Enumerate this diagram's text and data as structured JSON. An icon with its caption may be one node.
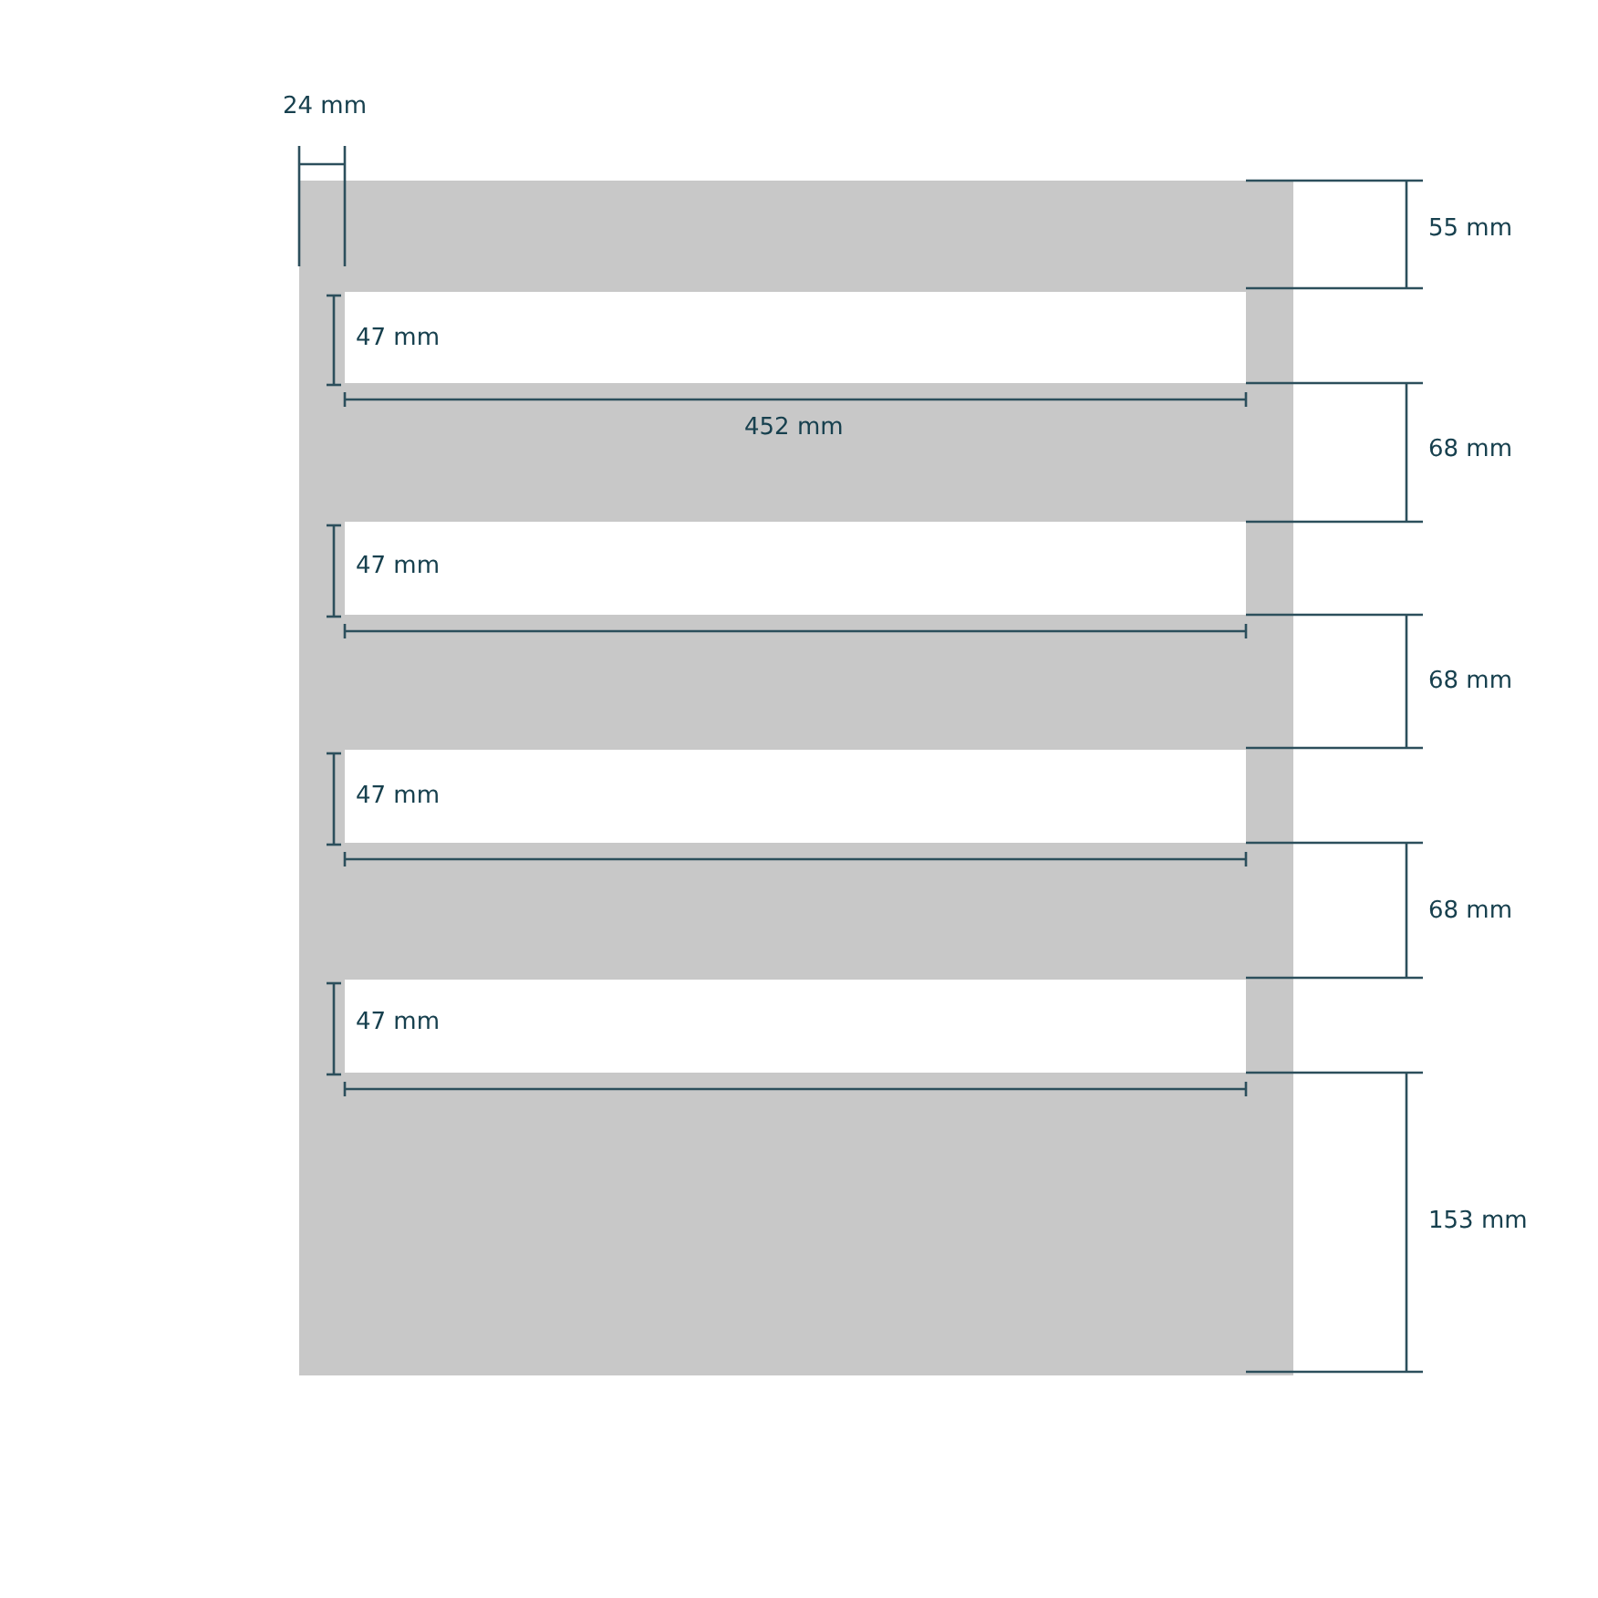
{
  "diagram": {
    "labels": [
      "24 mm",
      "55 mm",
      "47 mm",
      "452 mm",
      "68 mm",
      "47 mm",
      "68 mm",
      "47 mm",
      "68 mm",
      "47 mm",
      "153 mm"
    ]
  }
}
